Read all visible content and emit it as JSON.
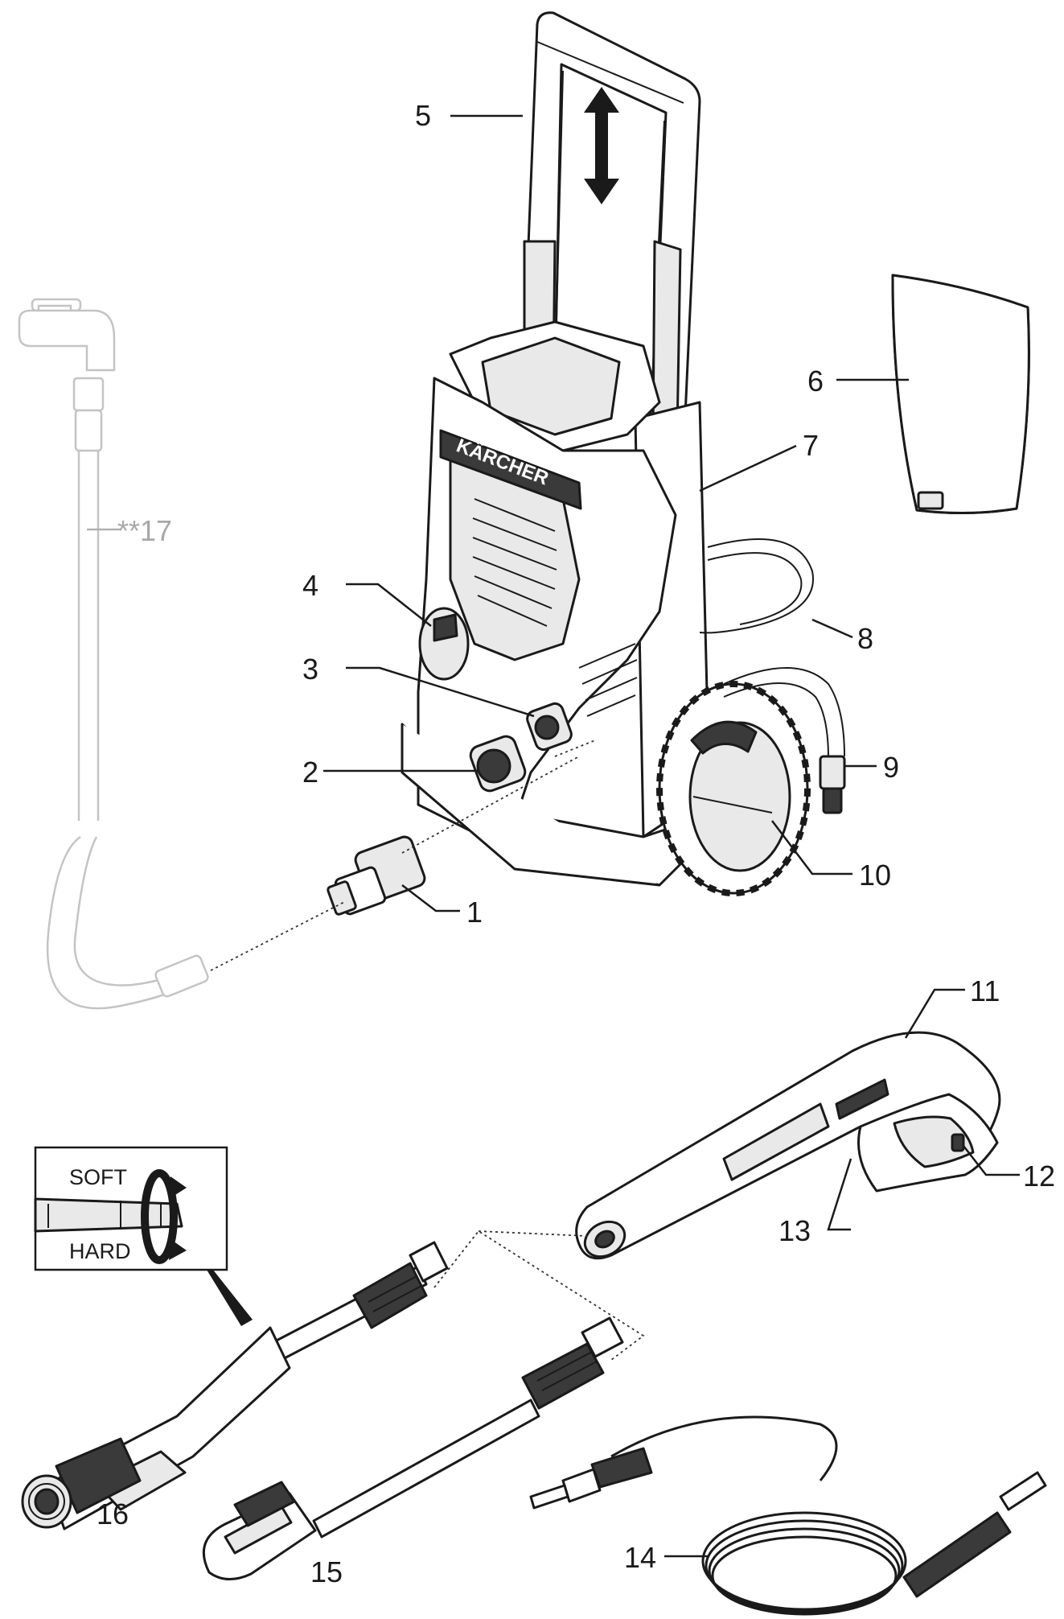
{
  "parts": {
    "p1": "1",
    "p2": "2",
    "p3": "3",
    "p4": "4",
    "p5": "5",
    "p6": "6",
    "p7": "7",
    "p8": "8",
    "p9": "9",
    "p10": "10",
    "p11": "11",
    "p12": "12",
    "p13": "13",
    "p14": "14",
    "p15": "15",
    "p16": "16",
    "p17": "**17"
  },
  "brand": "KÄRCHER",
  "inset": {
    "top_label": "SOFT",
    "bottom_label": "HARD"
  },
  "colors": {
    "line": "#1a1a1a",
    "optional_accessory": "#a8a8a8"
  }
}
